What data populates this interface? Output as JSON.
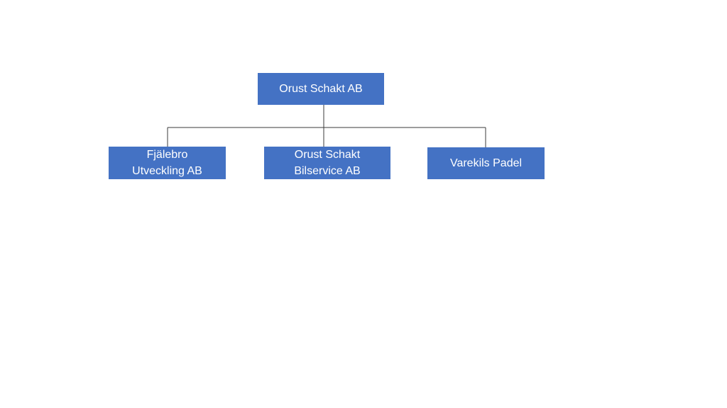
{
  "colors": {
    "node_fill": "#4472c4",
    "node_text": "#ffffff",
    "connector": "#3b3b3b",
    "background": "#ffffff"
  },
  "org_chart": {
    "root": {
      "lines": [
        "Orust Schakt AB"
      ]
    },
    "children": [
      {
        "lines": [
          "Fjälebro",
          "Utveckling AB"
        ]
      },
      {
        "lines": [
          "Orust Schakt",
          "Bilservice AB"
        ]
      },
      {
        "lines": [
          "Varekils Padel"
        ]
      }
    ]
  }
}
